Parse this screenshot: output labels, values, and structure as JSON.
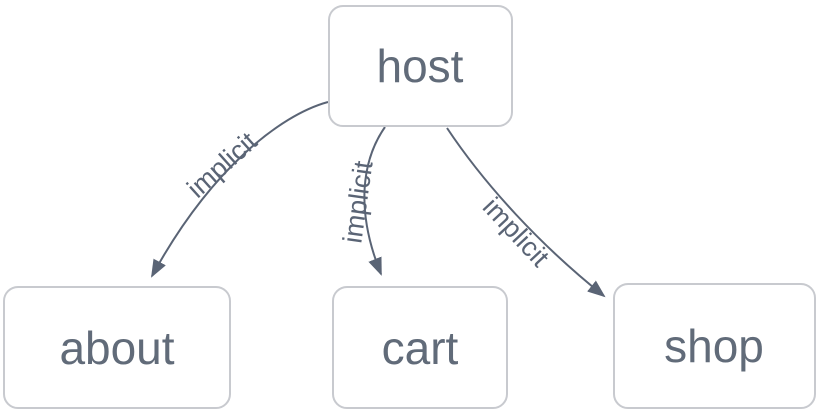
{
  "diagram": {
    "type": "flowchart",
    "background": "#ffffff",
    "colors": {
      "background": "#ffffff",
      "node_fill": "#ffffff",
      "node_border": "#c8cacf",
      "node_text": "#616b79",
      "edge": "#5a6475",
      "edge_label": "#5a6475"
    },
    "nodes": [
      {
        "id": "host",
        "label": "host"
      },
      {
        "id": "about",
        "label": "about"
      },
      {
        "id": "cart",
        "label": "cart"
      },
      {
        "id": "shop",
        "label": "shop"
      }
    ],
    "edges": [
      {
        "from": "host",
        "to": "about",
        "label": "implicit"
      },
      {
        "from": "host",
        "to": "cart",
        "label": "implicit"
      },
      {
        "from": "host",
        "to": "shop",
        "label": "implicit"
      }
    ]
  }
}
